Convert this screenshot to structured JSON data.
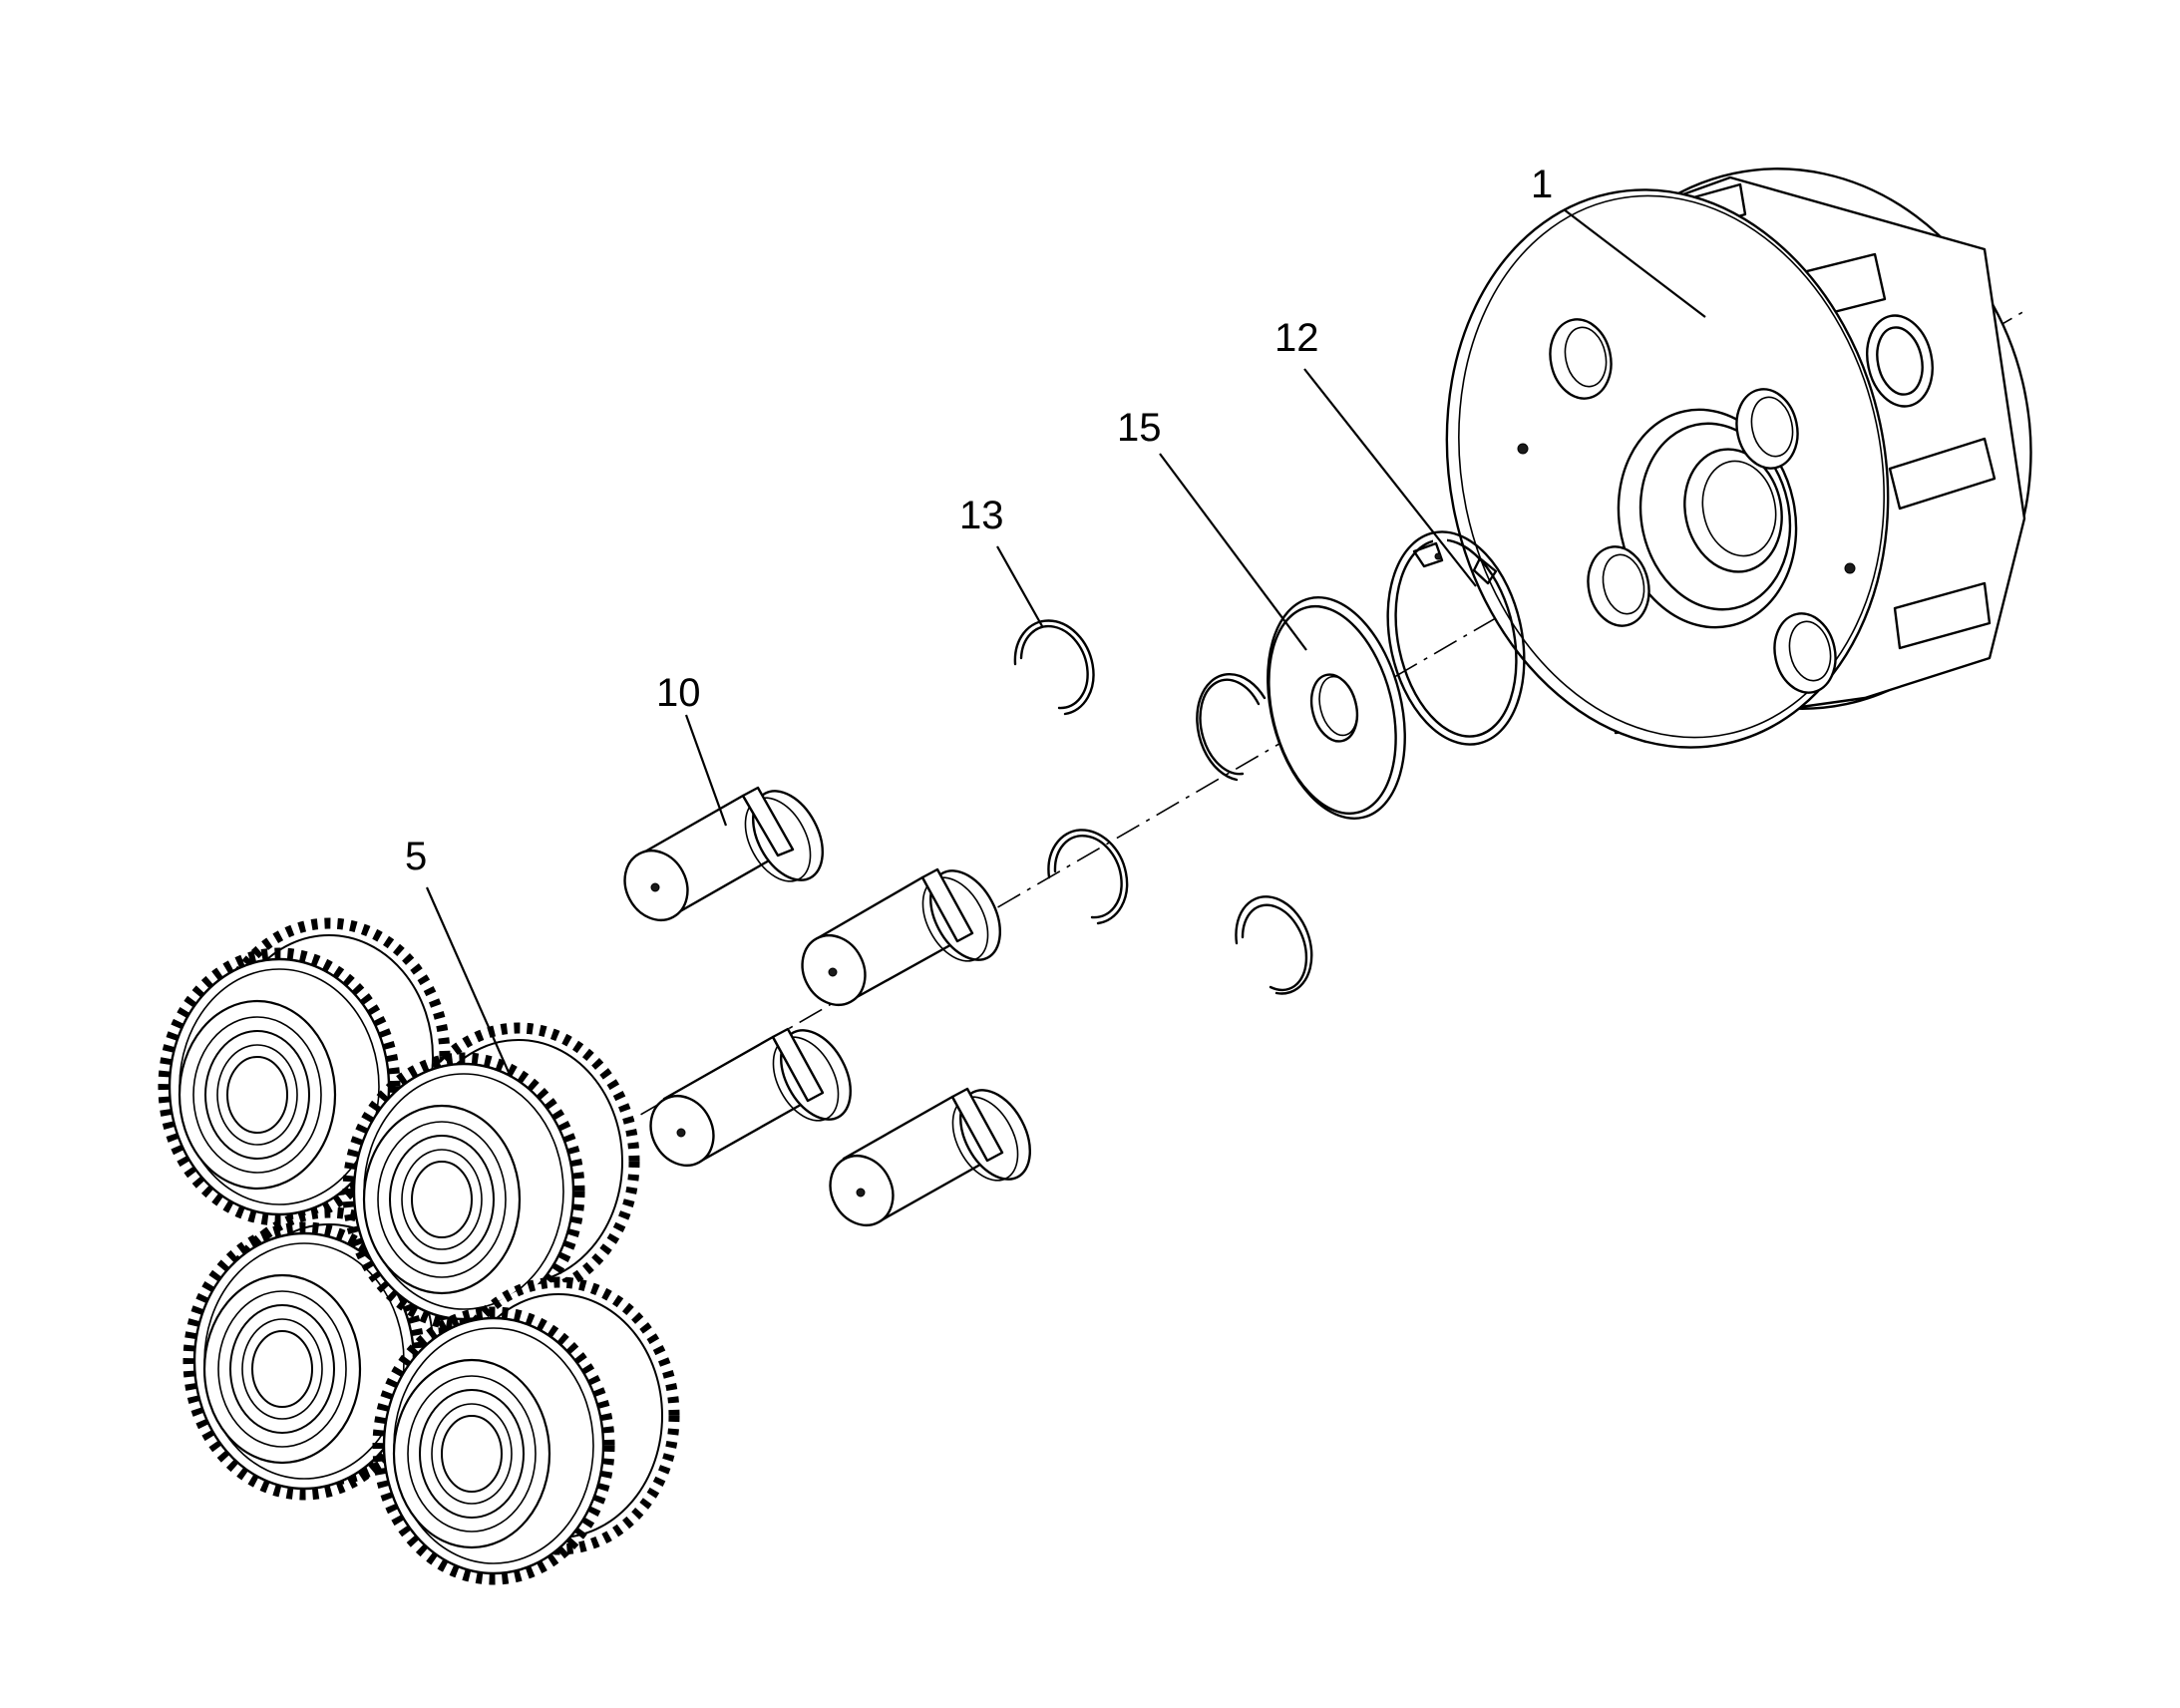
{
  "callouts": {
    "c1": "1",
    "c5": "5",
    "c10": "10",
    "c12": "12",
    "c13": "13",
    "c15": "15"
  }
}
